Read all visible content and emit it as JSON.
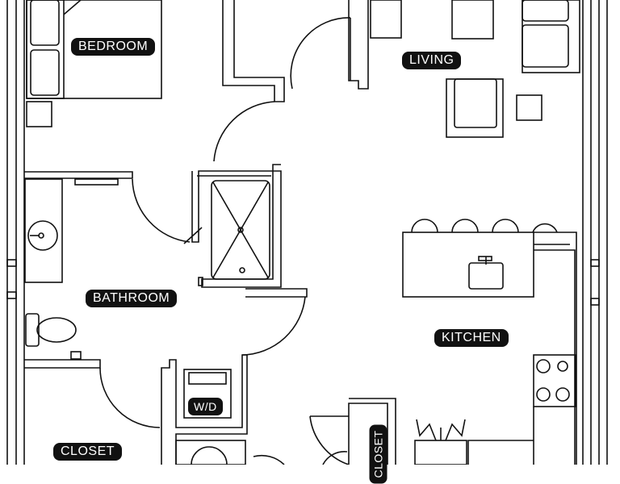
{
  "rooms": {
    "bedroom": "BEDROOM",
    "living": "LIVING",
    "bathroom": "BATHROOM",
    "kitchen": "KITCHEN",
    "laundry": "W/D",
    "closet_left": "CLOSET",
    "closet_right": "CLOSET"
  },
  "colors": {
    "line": "#111111",
    "label_bg": "#111111",
    "label_text": "#ffffff",
    "background": "#ffffff"
  }
}
